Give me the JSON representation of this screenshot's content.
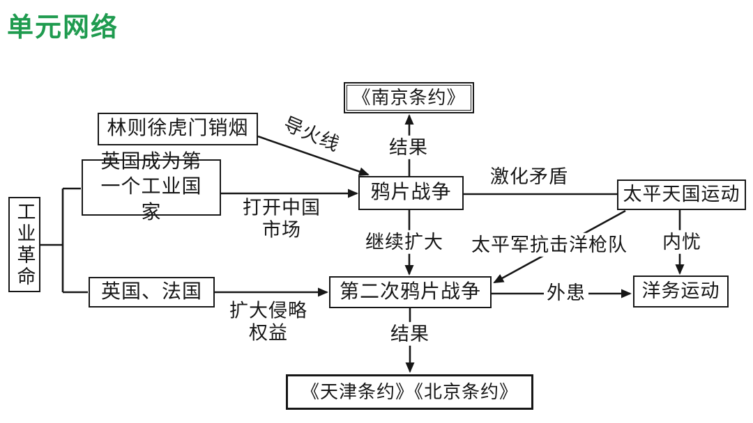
{
  "title": "单元网络",
  "colors": {
    "title_green": "#1f9b4f",
    "ink": "#161616",
    "background": "#ffffff"
  },
  "diagram_type": "concept-flowchart",
  "nodes": {
    "industrial_revolution": "工业革命",
    "lin_zexu": "林则徐虎门销烟",
    "britain_first_industrial": "英国成为第一个工业国家",
    "britain_france": "英国、法国",
    "opium_war": "鸦片战争",
    "treaty_nanjing": "《南京条约》",
    "taiping_movement": "太平天国运动",
    "second_opium_war": "第二次鸦片战争",
    "westernization_movement": "洋务运动",
    "treaties_tianjin_beijing": "《天津条约》《北京条约》"
  },
  "edge_labels": {
    "fuse": "导火线",
    "result_top": "结果",
    "intensify_conflict": "激化矛盾",
    "open_china_market": "打开中国市场",
    "continue_expand": "继续扩大",
    "taiping_resist": "太平军抗击洋枪队",
    "internal_trouble": "内忧",
    "expand_rights": "扩大侵略权益",
    "external_trouble": "外患",
    "result_bottom": "结果"
  }
}
